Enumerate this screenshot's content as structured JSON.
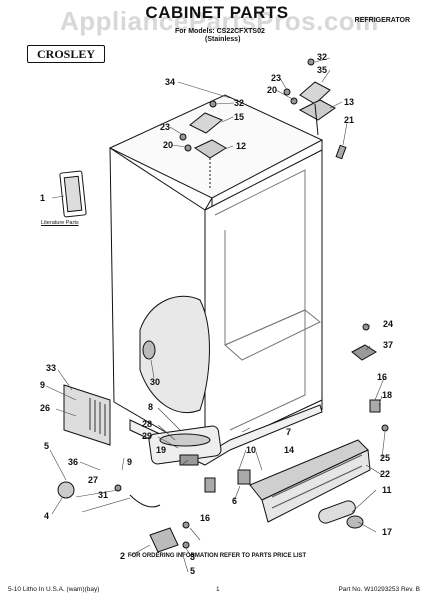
{
  "header": {
    "watermark": "AppliancePartsPros.com",
    "title": "CABINET PARTS",
    "category": "REFRIGERATOR",
    "models_line": "For Models: CS22CFXTS02",
    "finish": "(Stainless)",
    "brand": "CROSLEY"
  },
  "literature_label": "Literature Parts",
  "callouts": [
    {
      "id": "c32a",
      "text": "32"
    },
    {
      "id": "c35",
      "text": "35"
    },
    {
      "id": "c34",
      "text": "34"
    },
    {
      "id": "c23a",
      "text": "23"
    },
    {
      "id": "c20a",
      "text": "20"
    },
    {
      "id": "c13",
      "text": "13"
    },
    {
      "id": "c32b",
      "text": "32"
    },
    {
      "id": "c15",
      "text": "15"
    },
    {
      "id": "c21",
      "text": "21"
    },
    {
      "id": "c23b",
      "text": "23"
    },
    {
      "id": "c20b",
      "text": "20"
    },
    {
      "id": "c12",
      "text": "12"
    },
    {
      "id": "c1",
      "text": "1"
    },
    {
      "id": "c24",
      "text": "24"
    },
    {
      "id": "c37",
      "text": "37"
    },
    {
      "id": "c33",
      "text": "33"
    },
    {
      "id": "c30",
      "text": "30"
    },
    {
      "id": "c9a",
      "text": "9"
    },
    {
      "id": "c16a",
      "text": "16"
    },
    {
      "id": "c18",
      "text": "18"
    },
    {
      "id": "c26",
      "text": "26"
    },
    {
      "id": "c8",
      "text": "8"
    },
    {
      "id": "c7",
      "text": "7"
    },
    {
      "id": "c28",
      "text": "28"
    },
    {
      "id": "c29",
      "text": "29"
    },
    {
      "id": "c25",
      "text": "25"
    },
    {
      "id": "c5a",
      "text": "5"
    },
    {
      "id": "c36",
      "text": "36"
    },
    {
      "id": "c9b",
      "text": "9"
    },
    {
      "id": "c19",
      "text": "19"
    },
    {
      "id": "c10",
      "text": "10"
    },
    {
      "id": "c14",
      "text": "14"
    },
    {
      "id": "c22",
      "text": "22"
    },
    {
      "id": "c27",
      "text": "27"
    },
    {
      "id": "c31",
      "text": "31"
    },
    {
      "id": "c6",
      "text": "6"
    },
    {
      "id": "c11",
      "text": "11"
    },
    {
      "id": "c4",
      "text": "4"
    },
    {
      "id": "c17",
      "text": "17"
    },
    {
      "id": "c16b",
      "text": "16"
    },
    {
      "id": "c2",
      "text": "2"
    },
    {
      "id": "c3",
      "text": "3"
    },
    {
      "id": "c5b",
      "text": "5"
    }
  ],
  "footer": {
    "note": "FOR ORDERING INFORMATION REFER TO PARTS PRICE LIST",
    "left": "5-10 Litho In U.S.A. (wam)(bay)",
    "page": "1",
    "part_no": "Part No. W10293253 Rev. B"
  }
}
